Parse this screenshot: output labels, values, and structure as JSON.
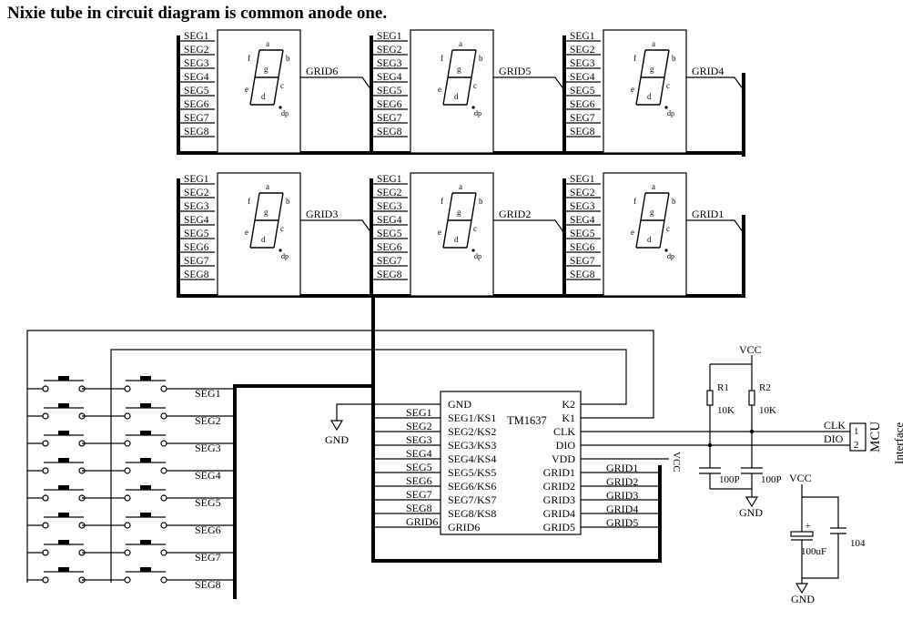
{
  "title": "Nixie tube in circuit diagram is common anode one.",
  "seg_pins": [
    "SEG1",
    "SEG2",
    "SEG3",
    "SEG4",
    "SEG5",
    "SEG6",
    "SEG7",
    "SEG8"
  ],
  "seg_letters": [
    "a",
    "b",
    "c",
    "d",
    "e",
    "f",
    "g",
    "dp"
  ],
  "digit_seg_labels": {
    "a": "a",
    "b": "b",
    "c": "c",
    "d": "d",
    "e": "e",
    "f": "f",
    "g": "g",
    "dp": "dp"
  },
  "grid_labels": [
    "GRID6",
    "GRID5",
    "GRID4",
    "GRID3",
    "GRID2",
    "GRID1"
  ],
  "chip": {
    "name": "TM1637",
    "left_pins": [
      "GND",
      "SEG1/KS1",
      "SEG2/KS2",
      "SEG3/KS3",
      "SEG4/KS4",
      "SEG5/KS5",
      "SEG6/KS6",
      "SEG7/KS7",
      "SEG8/KS8",
      "GRID6"
    ],
    "right_pins": [
      "K2",
      "K1",
      "CLK",
      "DIO",
      "VDD",
      "GRID1",
      "GRID2",
      "GRID3",
      "GRID4",
      "GRID5"
    ],
    "left_nets": [
      "SEG1",
      "SEG2",
      "SEG3",
      "SEG4",
      "SEG5",
      "SEG6",
      "SEG7",
      "SEG8",
      "GRID6"
    ],
    "right_nets": [
      "GRID1",
      "GRID2",
      "GRID3",
      "GRID4",
      "GRID5"
    ]
  },
  "keys": {
    "row_labels": [
      "SEG1",
      "SEG2",
      "SEG3",
      "SEG4",
      "SEG5",
      "SEG6",
      "SEG7",
      "SEG8"
    ]
  },
  "power": {
    "vcc": "VCC",
    "gnd": "GND"
  },
  "components": {
    "r1": {
      "name": "R1",
      "value": "10K"
    },
    "r2": {
      "name": "R2",
      "value": "10K"
    },
    "c1": "100P",
    "c2": "100P",
    "cap_electrolytic": "100uF",
    "cap_ceramic": "104"
  },
  "connector": {
    "label": "MCU",
    "sublabel": "Interface",
    "pins": [
      "1",
      "2"
    ],
    "nets": [
      "CLK",
      "DIO"
    ]
  }
}
